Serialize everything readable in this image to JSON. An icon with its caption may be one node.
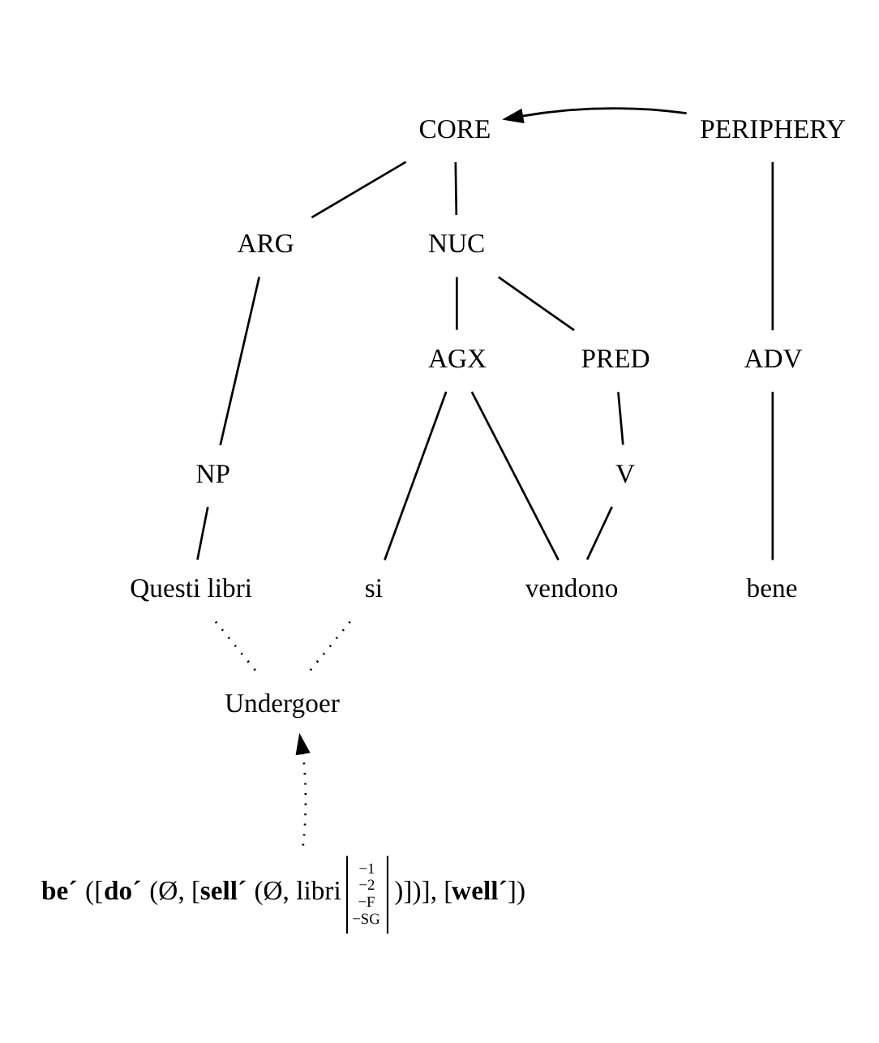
{
  "diagram": {
    "nodes": [
      {
        "text": [
          "CORE"
        ]
      },
      {
        "text": [
          "PERIPHERY"
        ]
      },
      {
        "text": [
          "ARG"
        ]
      },
      {
        "text": [
          "NUC"
        ]
      },
      {
        "text": [
          "AGX"
        ]
      },
      {
        "text": [
          "PRED"
        ]
      },
      {
        "text": [
          "ADV"
        ]
      },
      {
        "text": [
          "NP"
        ]
      },
      {
        "text": [
          "V"
        ]
      },
      {
        "text": [
          "Questi libri"
        ]
      },
      {
        "text": [
          "si"
        ]
      },
      {
        "text": [
          "vendono"
        ]
      },
      {
        "text": [
          "bene"
        ]
      },
      {
        "text": [
          "Undergoer"
        ]
      },
      {
        "text": [
          "**be´** ([**do´** (Ø, [**sell´** (Ø, libri",
          "−1 −2 −F −SG",
          ")])], [**well´**])"
        ]
      }
    ],
    "edges": [
      {
        "from": 1,
        "to": 0,
        "arrow": "to"
      },
      {
        "from": 0,
        "to": 2,
        "arrow": "none"
      },
      {
        "from": 0,
        "to": 3,
        "arrow": "none"
      },
      {
        "from": 1,
        "to": 6,
        "arrow": "none"
      },
      {
        "from": 2,
        "to": 7,
        "arrow": "none"
      },
      {
        "from": 3,
        "to": 4,
        "arrow": "none"
      },
      {
        "from": 3,
        "to": 5,
        "arrow": "none"
      },
      {
        "from": 5,
        "to": 8,
        "arrow": "none"
      },
      {
        "from": 4,
        "to": 10,
        "arrow": "none"
      },
      {
        "from": 4,
        "to": 11,
        "arrow": "none"
      },
      {
        "from": 7,
        "to": 9,
        "arrow": "none"
      },
      {
        "from": 8,
        "to": 11,
        "arrow": "none"
      },
      {
        "from": 6,
        "to": 12,
        "arrow": "none"
      },
      {
        "from": 9,
        "to": 13,
        "arrow": "none",
        "style": "dashed"
      },
      {
        "from": 10,
        "to": 13,
        "arrow": "none",
        "style": "dashed"
      },
      {
        "from": 14,
        "to": 13,
        "arrow": "to",
        "style": "dashed"
      }
    ]
  }
}
